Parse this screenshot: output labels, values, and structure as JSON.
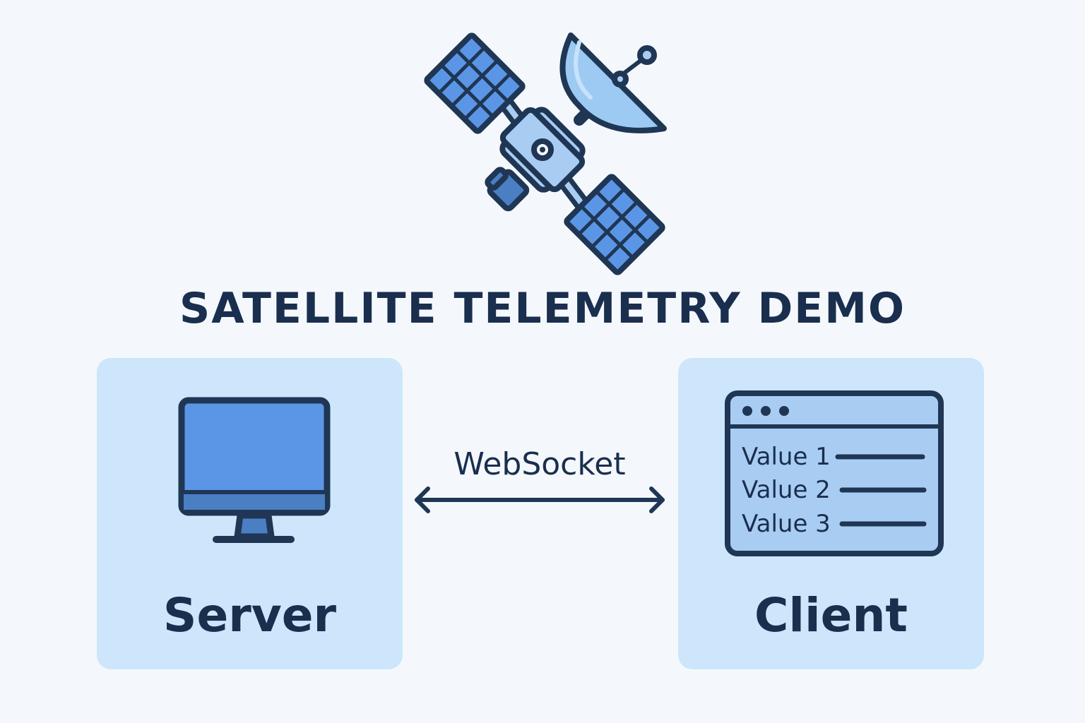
{
  "diagram": {
    "title": "SATELLITE TELEMETRY DEMO",
    "server": {
      "label": "Server",
      "icon": "monitor-icon"
    },
    "client": {
      "label": "Client",
      "icon": "browser-window-icon",
      "values": [
        "Value 1",
        "Value 2",
        "Value 3"
      ]
    },
    "connection": {
      "label": "WebSocket",
      "direction": "bidirectional"
    },
    "satellite_icon": "satellite-icon"
  },
  "colors": {
    "background": "#f4f8fc",
    "panel": "#cde6fb",
    "navy": "#1a2e4e",
    "blue": "#5b96e6",
    "light_blue": "#a9cdf2"
  }
}
